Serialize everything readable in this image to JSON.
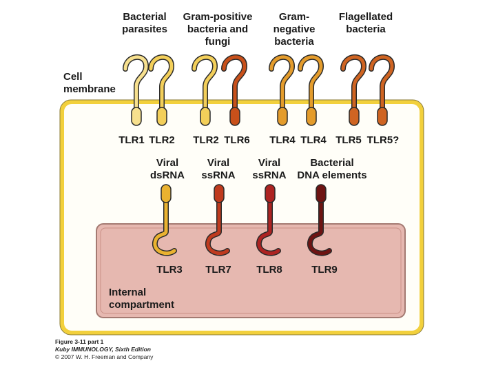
{
  "ligand_groups_top": [
    {
      "lines": [
        "Bacterial",
        "parasites"
      ]
    },
    {
      "lines": [
        "Gram-positive",
        "bacteria and",
        "fungi"
      ]
    },
    {
      "lines": [
        "Gram-",
        "negative",
        "bacteria"
      ]
    },
    {
      "lines": [
        "Flagellated",
        "bacteria"
      ]
    }
  ],
  "cell_membrane_label": [
    "Cell",
    "membrane"
  ],
  "surface_receptors": [
    {
      "label": "TLR1",
      "color": "#f7e08e"
    },
    {
      "label": "TLR2",
      "color": "#f3cf5a"
    },
    {
      "label": "TLR2",
      "color": "#f3cf5a"
    },
    {
      "label": "TLR6",
      "color": "#c8501a"
    },
    {
      "label": "TLR4",
      "color": "#e49c2c"
    },
    {
      "label": "TLR4",
      "color": "#e49c2c"
    },
    {
      "label": "TLR5",
      "color": "#cf6422"
    },
    {
      "label": "TLR5?",
      "color": "#cf6422"
    }
  ],
  "ligand_groups_internal": [
    {
      "lines": [
        "Viral",
        "dsRNA"
      ]
    },
    {
      "lines": [
        "Viral",
        "ssRNA"
      ]
    },
    {
      "lines": [
        "Viral",
        "ssRNA"
      ]
    },
    {
      "lines": [
        "Bacterial",
        "DNA elements"
      ]
    }
  ],
  "internal_receptors": [
    {
      "label": "TLR3",
      "color": "#eab230"
    },
    {
      "label": "TLR7",
      "color": "#bf3a1e"
    },
    {
      "label": "TLR8",
      "color": "#ad2322"
    },
    {
      "label": "TLR9",
      "color": "#6e1413"
    }
  ],
  "internal_compartment_label": [
    "Internal",
    "compartment"
  ],
  "caption": {
    "figure": "Figure 3-11 part 1",
    "book": "Kuby IMMUNOLOGY, Sixth Edition",
    "copyright": "© 2007 W. H. Freeman and Company"
  },
  "colors": {
    "cell_border": "#f2d03c",
    "cell_fill": "#fffef8",
    "compartment_fill": "#e6b8b0",
    "compartment_border": "#a47a72",
    "outline": "#2a2a2a"
  }
}
